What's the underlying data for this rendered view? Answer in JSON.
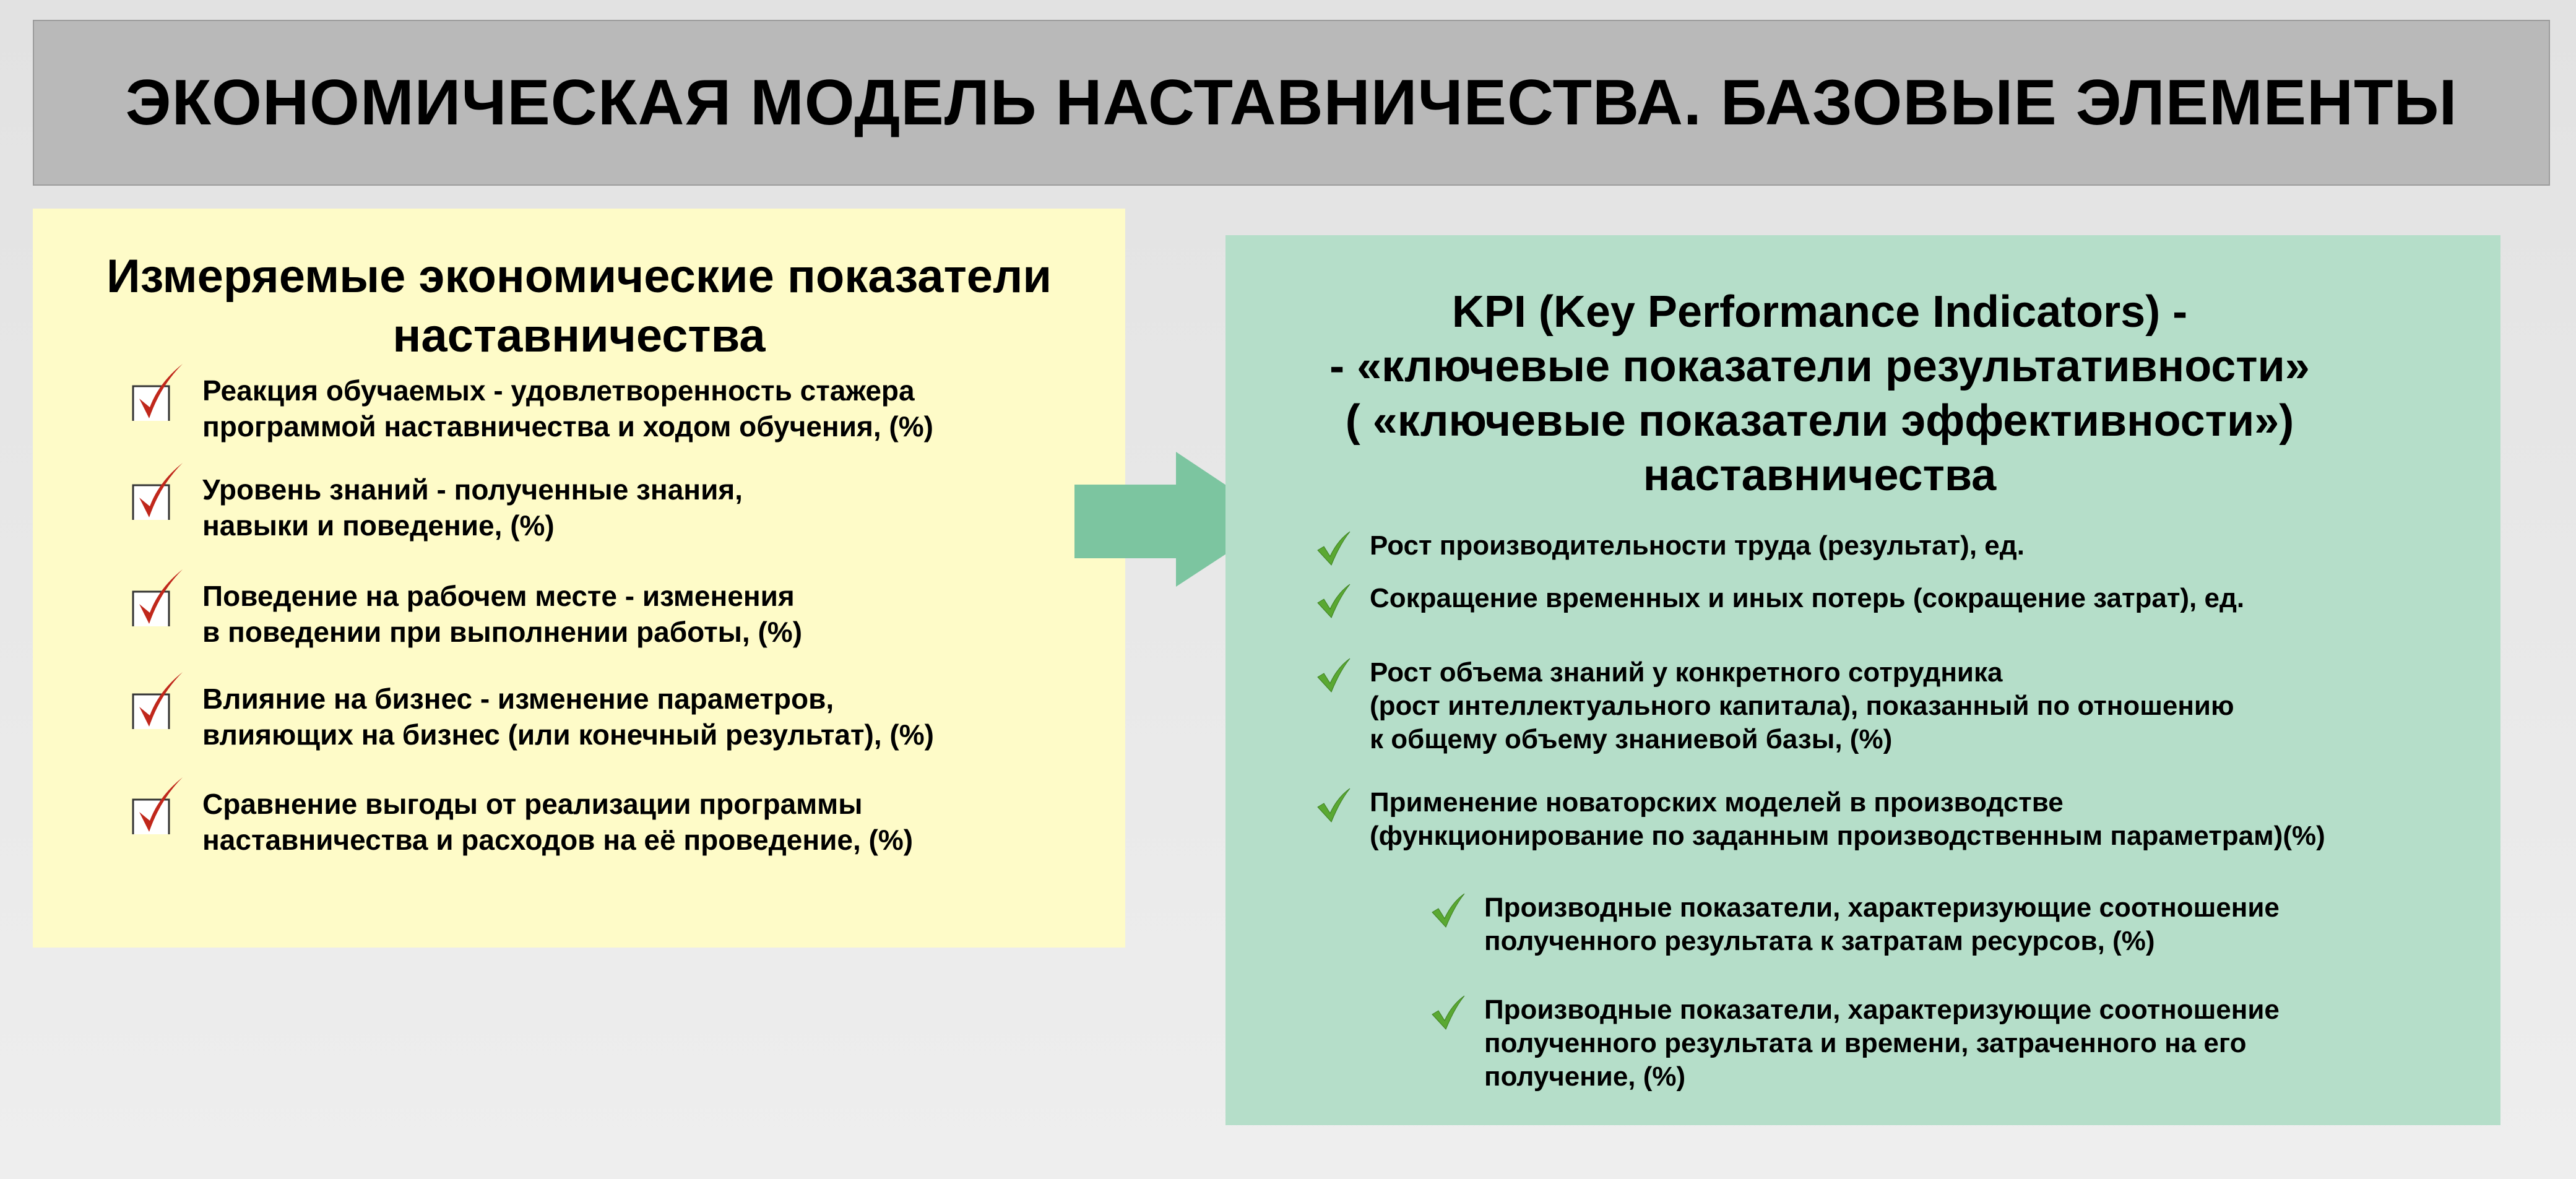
{
  "title": "ЭКОНОМИЧЕСКАЯ МОДЕЛЬ НАСТАВНИЧЕСТВА. БАЗОВЫЕ ЭЛЕМЕНТЫ",
  "left": {
    "heading_line1": "Измеряемые экономические показатели",
    "heading_line2": "наставничества",
    "items": [
      {
        "l1": "Реакция обучаемых - удовлетворенность стажера",
        "l2": "программой наставничества и ходом обучения, (%)"
      },
      {
        "l1": "Уровень знаний - полученные знания,",
        "l2": "навыки и поведение, (%)"
      },
      {
        "l1": "Поведение на рабочем месте - изменения",
        "l2": "в поведении при выполнении работы, (%)"
      },
      {
        "l1": "Влияние на бизнес - изменение параметров,",
        "l2": "влияющих на бизнес (или конечный результат), (%)"
      },
      {
        "l1": "Сравнение выгоды от реализации программы",
        "l2": "наставничества и расходов на её проведение, (%)"
      }
    ]
  },
  "right": {
    "heading_line1": "KPI (Key Performance Indicators) -",
    "heading_line2": "- «ключевые показатели результативности»",
    "heading_line3": "( «ключевые показатели эффективности»)",
    "heading_line4": "наставничества",
    "items": [
      {
        "l1": "Рост производительности труда (результат), ед."
      },
      {
        "l1": "Сокращение временных и иных потерь (сокращение затрат), ед."
      },
      {
        "l1": "Рост объема знаний у конкретного сотрудника",
        "l2": "(рост интеллектуального капитала), показанный по отношению",
        "l3": "к общему объему знаниевой базы, (%)"
      },
      {
        "l1": "Применение новаторских моделей в производстве",
        "l2": "(функционирование по заданным производственным параметрам)(%)"
      },
      {
        "l1": "Производные показатели, характеризующие соотношение",
        "l2": "полученного результата к затратам ресурсов, (%)"
      },
      {
        "l1": "Производные показатели, характеризующие соотношение",
        "l2": "полученного результата и времени, затраченного на его",
        "l3": "получение, (%)"
      }
    ]
  },
  "colors": {
    "red_check": "#c0271b",
    "green_check": "#5aa832",
    "arrow": "#7cc5a0"
  }
}
